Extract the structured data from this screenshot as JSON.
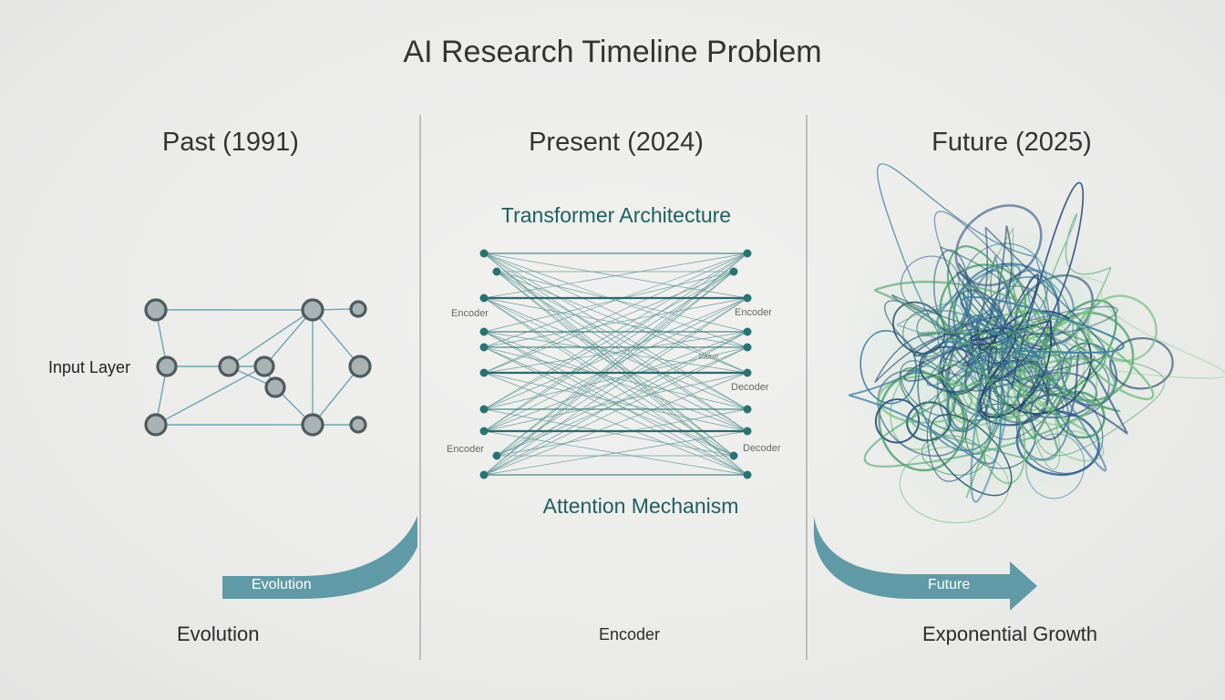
{
  "title": "AI Research Timeline Problem",
  "columns": {
    "past": {
      "heading": "Past (1991)",
      "layer_label": "Input Layer",
      "arrow_label": "Evolution",
      "caption": "Evolution"
    },
    "present": {
      "heading": "Present (2024)",
      "top_label": "Transformer Architecture",
      "bottom_label": "Attention Mechanism",
      "left_labels": [
        "Encoder",
        "Encoder"
      ],
      "right_labels": [
        "Encoder",
        "Decoder",
        "Decoder"
      ],
      "middle_label": "Value",
      "caption": "Encoder"
    },
    "future": {
      "heading": "Future (2025)",
      "arrow_label": "Future",
      "caption": "Exponential Growth"
    }
  },
  "colors": {
    "node_fill": "#a9b3b6",
    "node_stroke": "#4f5a5c",
    "edge": "#6fa3b3",
    "teal": "#2a7272",
    "arrow": "#5f9aa6",
    "cluster_blue": "#2f5f8f",
    "cluster_green": "#5fae6f"
  }
}
